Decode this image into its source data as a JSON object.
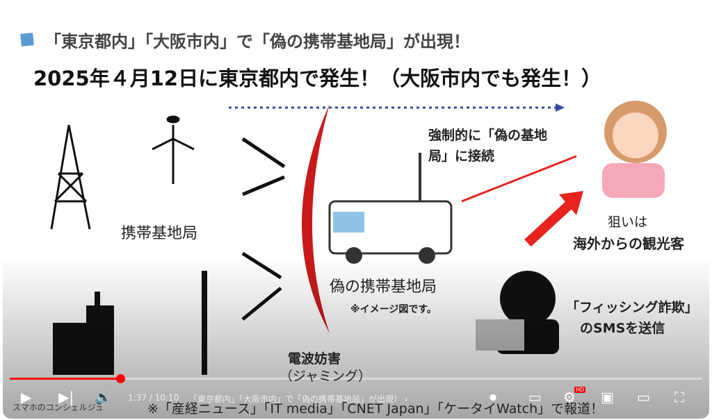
{
  "slide": {
    "heading": "「東京都内」「大阪市内」で「偽の携帯基地局」が出現！",
    "subheading": "2025年４月12日に東京都内で発生！（大阪市内でも発生！）",
    "base_station_label": "携帯基地局",
    "forced_connection": "強制的に「偽の基地局」に接続",
    "fake_station_label": "偽の携帯基地局",
    "image_note": "※イメージ図です。",
    "target_line1": "狙いは",
    "target_line2": "海外からの観光客",
    "phishing_line1": "「フィッシング詐欺」",
    "phishing_line2": "のSMSを送信",
    "jamming_line1": "電波妨害",
    "jamming_line2": "（ジャミング）",
    "footnote": "※「産経ニュース」「IT media」「CNET Japan」「ケータイWatch」で報道！",
    "channel_logo": "スマホのコンシェルジュ"
  },
  "player": {
    "time": "1:37 / 10:10",
    "chapter": "「東京都内」「大阪市内」で「偽の携帯基地局」が出現！ ›",
    "progress": 0.16,
    "quality_badge": "HD"
  },
  "colors": {
    "accent": "#ff0000",
    "arrow_red": "#e8231e",
    "blue": "#5b9bd5"
  }
}
